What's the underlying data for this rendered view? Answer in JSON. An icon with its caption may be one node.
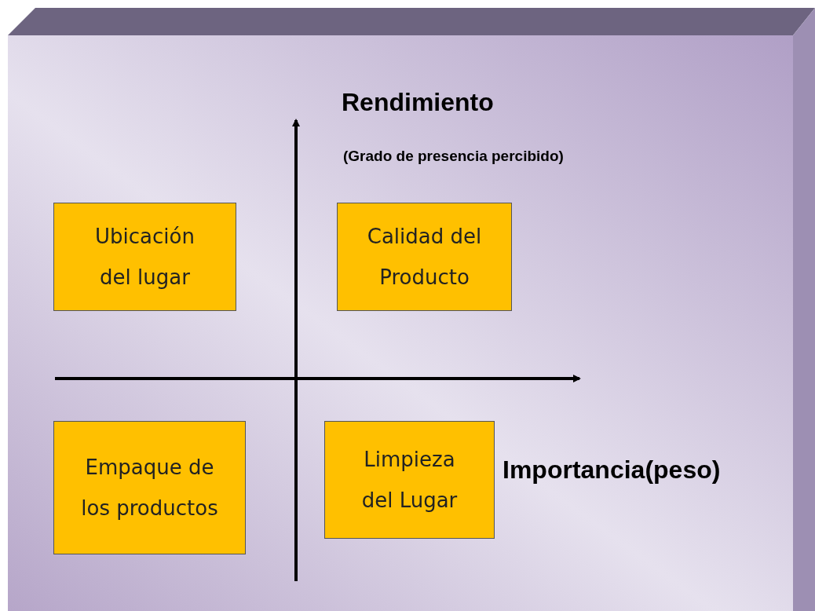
{
  "diagram": {
    "nodes": [
      {
        "text": [
          "Ubicación del lugar"
        ]
      },
      {
        "text": [
          "Calidad del Producto"
        ]
      },
      {
        "text": [
          "Empaque de los productos"
        ]
      },
      {
        "text": [
          "Limpieza del Lugar"
        ]
      }
    ],
    "edges": [],
    "labels": [
      "Rendimiento",
      "(Grado de presencia percibido)",
      "Importancia(peso)"
    ]
  }
}
